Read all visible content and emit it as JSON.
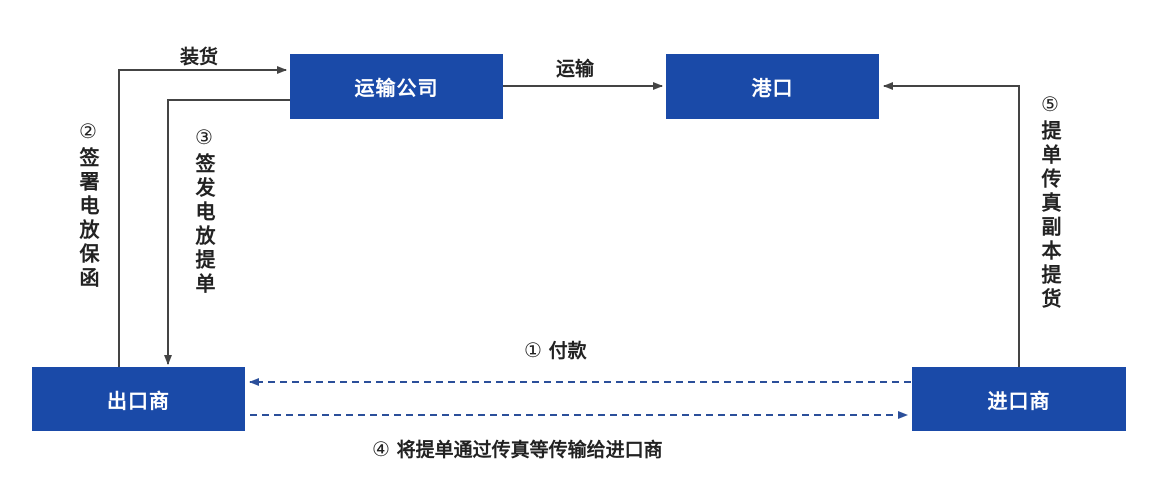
{
  "nodes": {
    "transport_company": "运输公司",
    "port": "港口",
    "exporter": "出口商",
    "importer": "进口商"
  },
  "edges": {
    "load": {
      "label": "装货"
    },
    "transport": {
      "label": "运输"
    },
    "sign_guarantee": {
      "step": "②",
      "label": "签署电放保函"
    },
    "issue_bl": {
      "step": "③",
      "label": "签发电放提单"
    },
    "payment": {
      "step": "①",
      "label": "付款"
    },
    "fax_bl": {
      "step": "④",
      "label": "将提单通过传真等传输给进口商"
    },
    "fax_copy_pickup": {
      "step": "⑤",
      "label": "提单传真副本提货"
    }
  },
  "colors": {
    "box_fill": "#1a4aa8",
    "box_text": "#ffffff",
    "solid_line": "#444444",
    "dashed_line": "#2b4f9a"
  }
}
